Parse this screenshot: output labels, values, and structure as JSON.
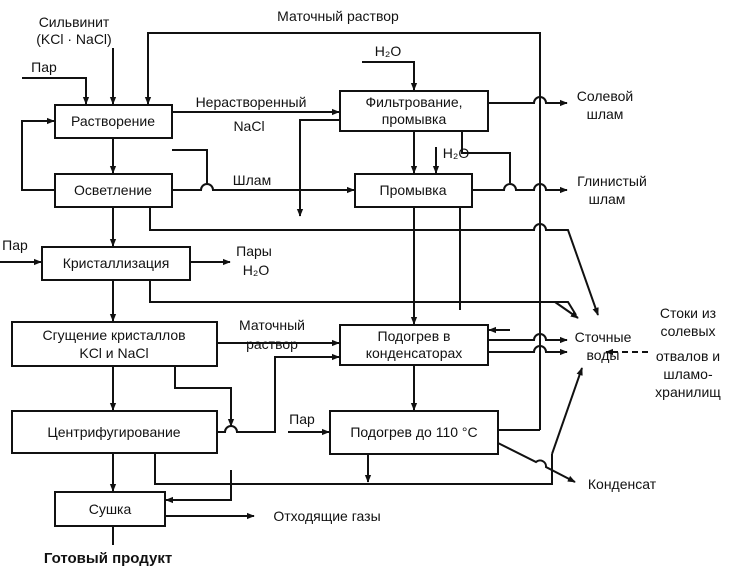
{
  "nodes": {
    "raw_material_1": "Сильвинит",
    "raw_material_2": "(KCl · NaCl)",
    "dissolution": "Растворение",
    "clarification": "Осветление",
    "crystallization": "Кристаллизация",
    "thickening_1": "Сгущение кристаллов",
    "thickening_2": "KCl и NaCl",
    "centrifuging": "Центрифугирование",
    "drying": "Сушка",
    "filtration_1": "Фильтрование,",
    "filtration_2": "промывка",
    "washing": "Промывка",
    "heating_condensers_1": "Подогрев в",
    "heating_condensers_2": "конденсаторах",
    "heating_110": "Подогрев до 110 °С",
    "final_product": "Готовый продукт"
  },
  "labels": {
    "mother_liquor_top": "Маточный раствор",
    "steam_dissolution": "Пар",
    "steam_crystallization": "Пар",
    "steam_heating": "Пар",
    "water_filtration": "H₂O",
    "water_washing": "H₂O",
    "undissolved_1": "Нерастворенный",
    "undissolved_2": "NaCl",
    "sludge": "Шлам",
    "vapors_1": "Пары",
    "vapors_2": "H₂O",
    "mother_liquor_mid_1": "Маточный",
    "mother_liquor_mid_2": "раствор",
    "salt_sludge_1": "Солевой",
    "salt_sludge_2": "шлам",
    "clay_sludge_1": "Глинистый",
    "clay_sludge_2": "шлам",
    "wastewater_1": "Сточные",
    "wastewater_2": "воды",
    "runoff_1": "Стоки из",
    "runoff_2": "солевых",
    "runoff_3": "отвалов и",
    "runoff_4": "шламо-",
    "runoff_5": "хранилищ",
    "condensate": "Конденсат",
    "off_gases": "Отходящие газы"
  }
}
